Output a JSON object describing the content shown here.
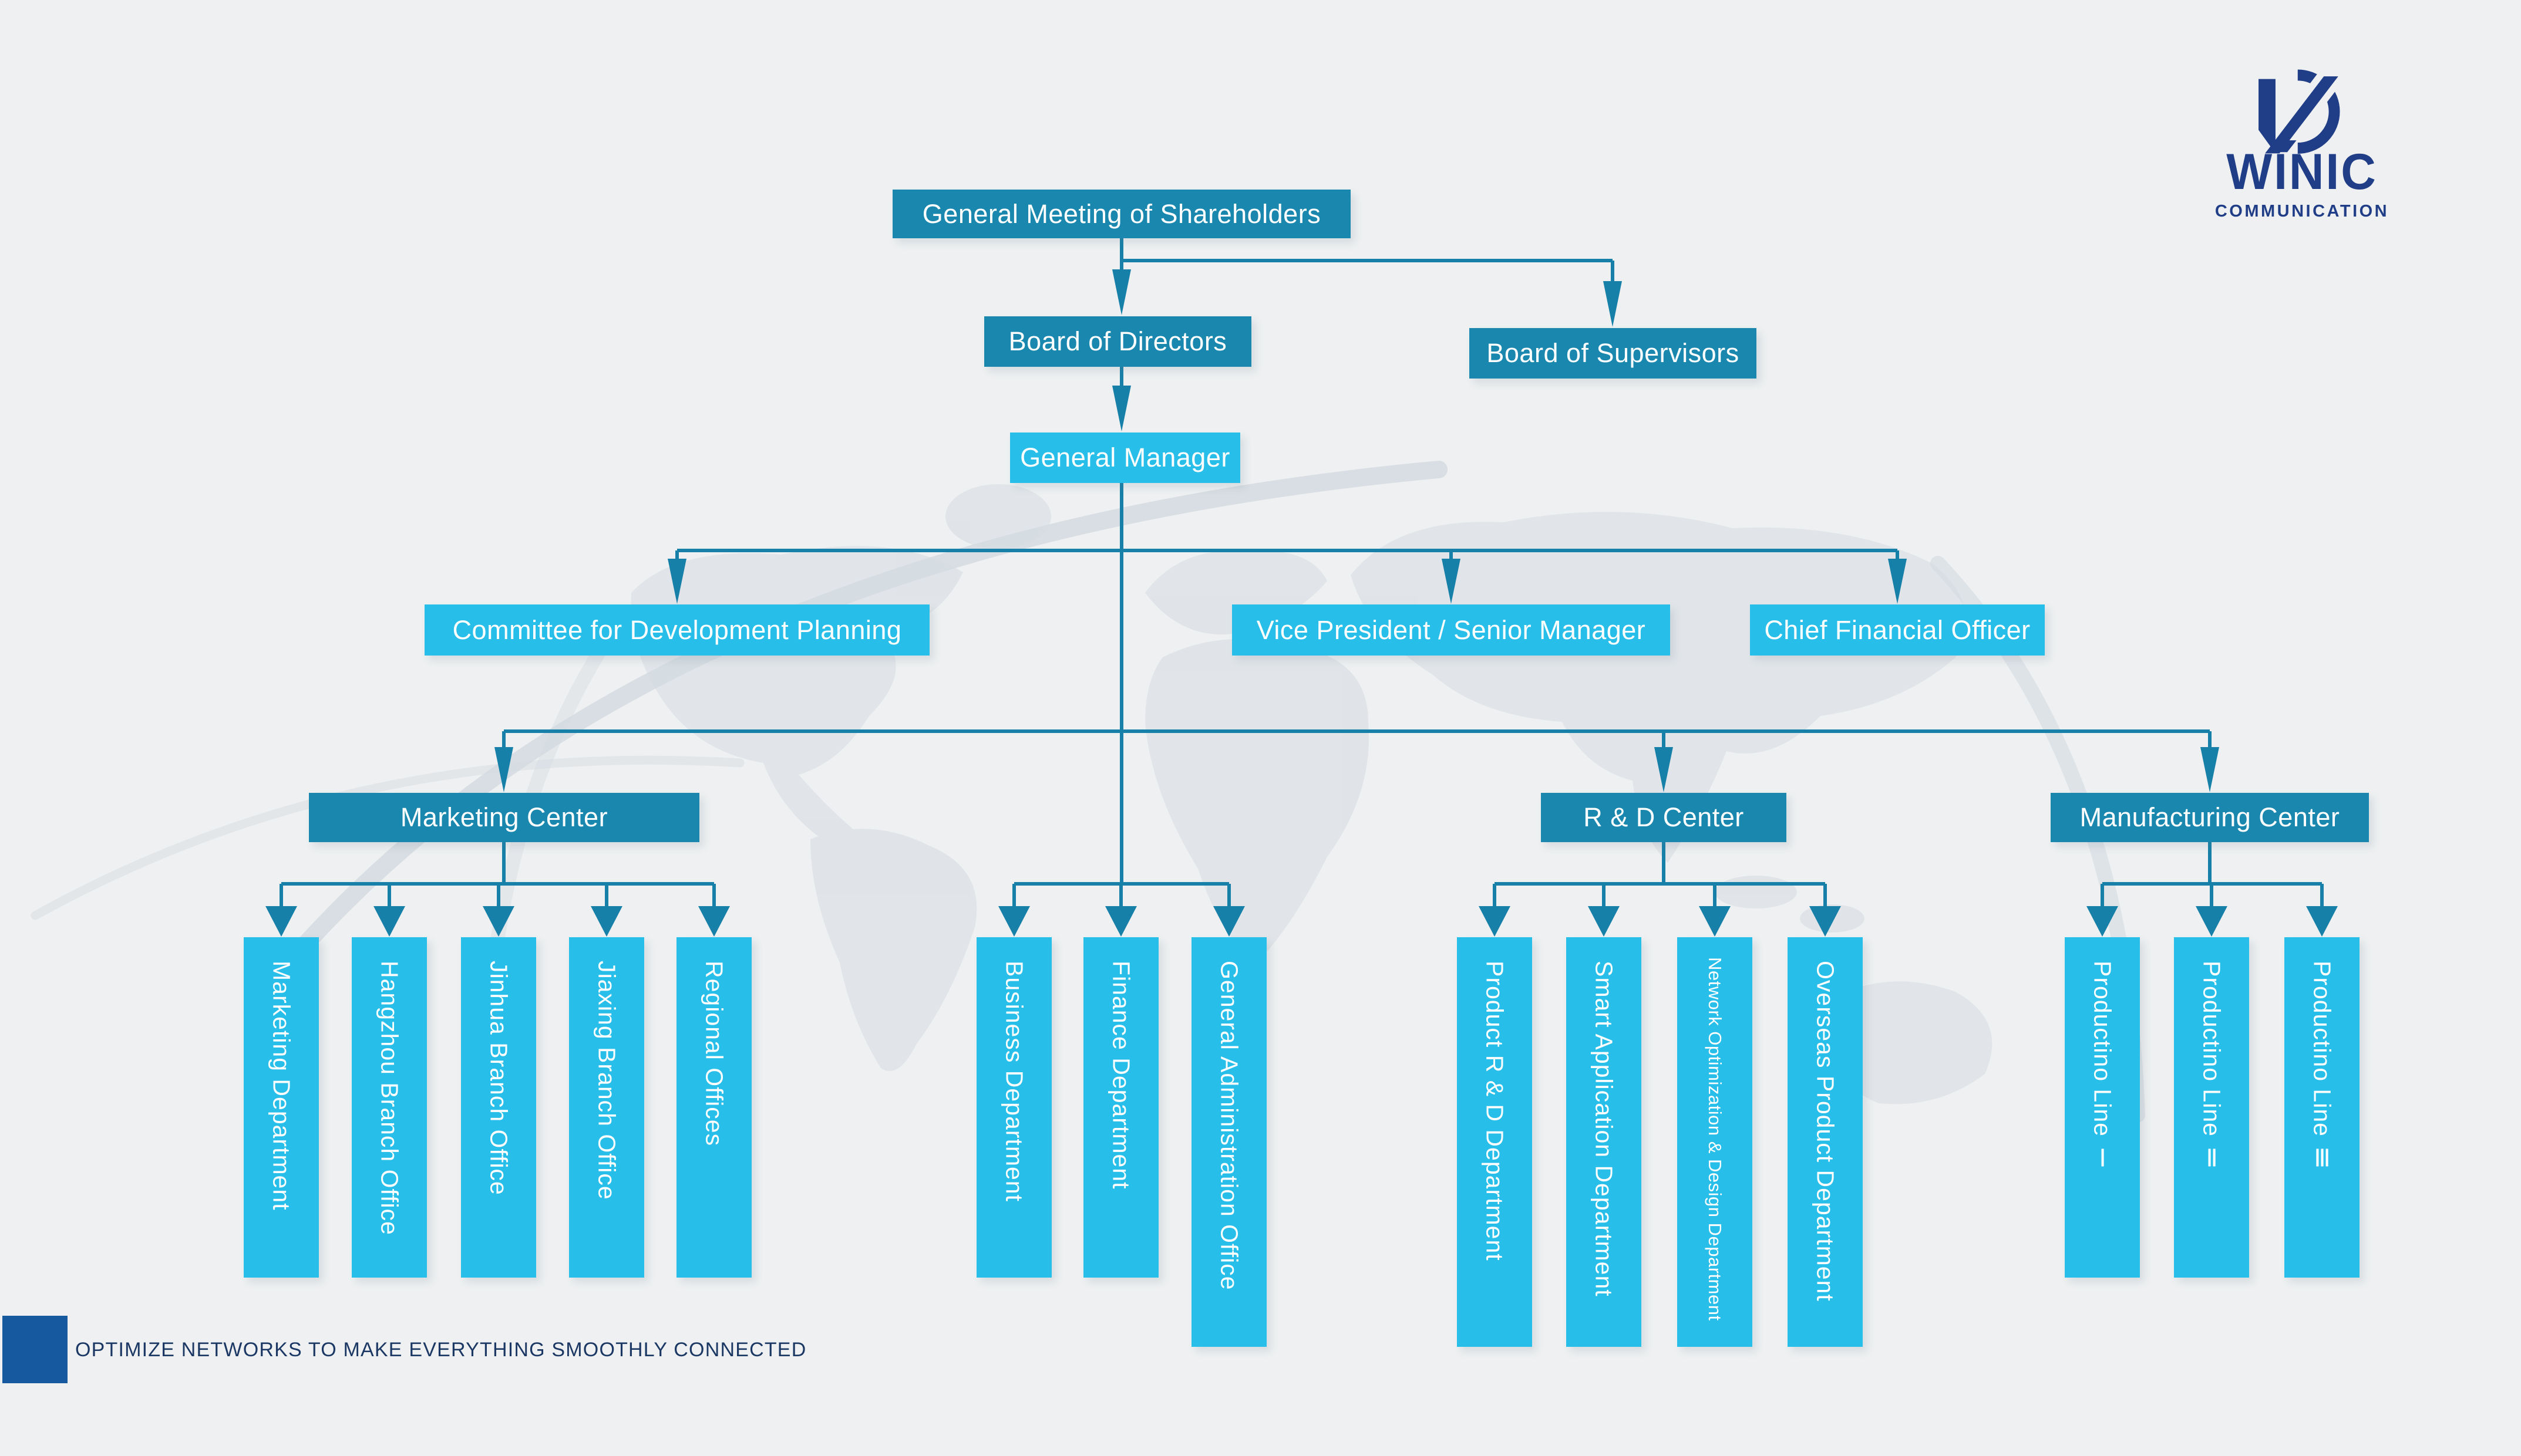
{
  "brand": {
    "logo_text": "WINIC",
    "logo_subtext": "COMMUNICATION",
    "logo_mark_icon": "winic-monogram-d-slash"
  },
  "footer": {
    "slogan": "OPTIMIZE NETWORKS TO MAKE EVERYTHING SMOOTHLY CONNECTED"
  },
  "colors": {
    "background": "#eef0f1",
    "box_dark": "#1a87ae",
    "box_light": "#27bee9",
    "connector": "#1780a8",
    "logo_navy": "#203d87",
    "footer_square": "#17599f",
    "footer_text": "#1b3764",
    "map_watermark": "#d9dee4"
  },
  "org_chart": {
    "type": "org-tree",
    "root": "General Meeting of Shareholders",
    "governance": [
      "Board of Directors",
      "Board of Supervisors"
    ],
    "executive": "General Manager",
    "staff_row": [
      "Committee for Development Planning",
      "Vice President / Senior Manager",
      "Chief Financial Officer"
    ],
    "centers": [
      "Marketing Center",
      "R & D Center",
      "Manufacturing Center"
    ],
    "marketing_center_departments": [
      "Marketing Department",
      "Hangzhou Branch Office",
      "Jinhua Branch Office",
      "Jiaxing Branch Office",
      "Regional Offices"
    ],
    "general_manager_departments": [
      "Business Department",
      "Finance Department",
      "General Administration Office"
    ],
    "rd_center_departments": [
      "Product R & D Department",
      "Smart Application Department",
      "Network Optimization & Design Department",
      "Overseas Product Department"
    ],
    "manufacturing_center_departments": [
      "Productino Line Ⅰ",
      "Productino Line Ⅱ",
      "Productino Line Ⅲ"
    ]
  }
}
